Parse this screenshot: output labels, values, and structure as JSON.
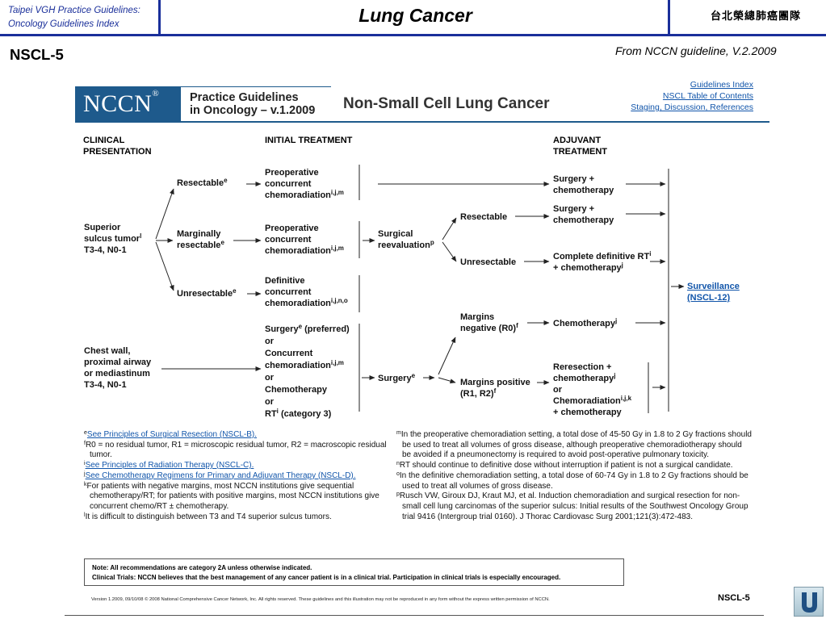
{
  "header": {
    "left_line1": "Taipei VGH Practice Guidelines:",
    "left_line2": "Oncology Guidelines Index",
    "title": "Lung Cancer",
    "team": "台北榮總肺癌團隊"
  },
  "slide_code": "NSCL-5",
  "source_note": "From NCCN guideline, V.2.2009",
  "doc": {
    "logo": "NCCN",
    "logo_mark": "®",
    "practice_line1": "Practice Guidelines",
    "practice_line2": "in Oncology – v.1.2009",
    "title": "Non-Small Cell Lung Cancer",
    "links": [
      "Guidelines Index",
      "NSCL Table of Contents",
      "Staging, Discussion, References"
    ],
    "columns": {
      "clinical_1": "CLINICAL",
      "clinical_2": "PRESENTATION",
      "initial": "INITIAL TREATMENT",
      "adjuvant_1": "ADJUVANT",
      "adjuvant_2": "TREATMENT"
    }
  },
  "flow": {
    "superior_1": "Superior",
    "superior_2": "sulcus tumor",
    "superior_2_sup": "l",
    "superior_3": "T3-4, N0-1",
    "resectable_a": "Resectable",
    "resectable_a_sup": "e",
    "marginal_1": "Marginally",
    "marginal_2": "resectable",
    "marginal_2_sup": "e",
    "unresectable_a": "Unresectable",
    "unresectable_a_sup": "e",
    "preop1_1": "Preoperative",
    "preop1_2": "concurrent",
    "preop1_3": "chemoradiation",
    "preop1_3_sup": "i,j,m",
    "preop2_1": "Preoperative",
    "preop2_2": "concurrent",
    "preop2_3": "chemoradiation",
    "preop2_3_sup": "i,j,m",
    "def_1": "Definitive",
    "def_2": "concurrent",
    "def_3": "chemoradiation",
    "def_3_sup": "i,j,n,o",
    "surgical_1": "Surgical",
    "surgical_2": "reevaluation",
    "surgical_2_sup": "p",
    "resectable_b": "Resectable",
    "unresectable_b": "Unresectable",
    "adj1_1": "Surgery +",
    "adj1_2": "chemotherapy",
    "adj2_1": "Surgery +",
    "adj2_2": "chemotherapy",
    "adj3_1": "Complete definitive RT",
    "adj3_1_sup": "i",
    "adj3_2": "+ chemotherapy",
    "adj3_2_sup": "j",
    "surv_1": "Surveillance",
    "surv_2": "(NSCL-12)",
    "chest_1": "Chest wall,",
    "chest_2": "proximal airway",
    "chest_3": "or mediastinum",
    "chest_4": "T3-4, N0-1",
    "opt_1a": "Surgery",
    "opt_1a_sup": "e",
    "opt_1b": " (preferred)",
    "opt_2": "or",
    "opt_3": "Concurrent",
    "opt_4": "chemoradiation",
    "opt_4_sup": "i,j,m",
    "opt_5": "or",
    "opt_6": "Chemotherapy",
    "opt_7": "or",
    "opt_8a": "RT",
    "opt_8a_sup": "i",
    "opt_8b": " (category 3)",
    "surgery_mid": "Surgery",
    "surgery_mid_sup": "e",
    "margin_neg_1": "Margins",
    "margin_neg_2": "negative (R0)",
    "margin_neg_2_sup": "f",
    "margin_pos_1": "Margins positive",
    "margin_pos_2": "(R1, R2)",
    "margin_pos_2_sup": "f",
    "chemo": "Chemotherapy",
    "chemo_sup": "j",
    "rer_1": "Reresection +",
    "rer_2": "chemotherapy",
    "rer_2_sup": "j",
    "rer_3": "or",
    "rer_4": "Chemoradiation",
    "rer_4_sup": "i,j,k",
    "rer_5": "+ chemotherapy"
  },
  "footnotes_left": {
    "e_mark": "e",
    "e_text": "See Principles of Surgical Resection (NSCL-B).",
    "f_mark": "f",
    "f_text": "R0 = no residual tumor, R1 = microscopic residual tumor, R2 = macroscopic residual tumor.",
    "i_mark": "i",
    "i_text": "See Principles of Radiation Therapy (NSCL-C).",
    "j_mark": "j",
    "j_text": "See Chemotherapy Regimens for Primary and Adjuvant Therapy (NSCL-D).",
    "k_mark": "k",
    "k_text": "For patients with negative margins, most NCCN institutions give sequential chemotherapy/RT; for patients with positive margins, most NCCN institutions give concurrent chemo/RT ± chemotherapy.",
    "l_mark": "l",
    "l_text": "It is difficult to distinguish between T3 and T4 superior sulcus tumors."
  },
  "footnotes_right": {
    "m_mark": "m",
    "m_text": "In the preoperative chemoradiation setting, a total dose of 45-50 Gy in 1.8 to 2 Gy fractions should be used to treat all volumes of gross disease, although preoperative chemoradiotherapy should be avoided if a pneumonectomy is required to avoid post-operative pulmonary toxicity.",
    "n_mark": "n",
    "n_text": "RT should continue to definitive dose without interruption if patient is not a surgical candidate.",
    "o_mark": "o",
    "o_text": "In the definitive chemoradiation setting, a total dose of 60-74 Gy in 1.8 to 2 Gy fractions should be used to treat all volumes of gross disease.",
    "p_mark": "p",
    "p_text": "Rusch VW, Giroux DJ, Kraut MJ, et al. Induction chemoradiation and surgical resection for non-small cell lung carcinomas of the superior sulcus: Initial results of the Southwest Oncology Group trial 9416 (Intergroup trial 0160). J Thorac Cardiovasc Surg 2001;121(3):472-483."
  },
  "note_line1": "Note:  All recommendations are category 2A unless otherwise indicated.",
  "note_line2": "Clinical Trials: NCCN believes that the best management of any cancer patient is in a clinical trial. Participation in clinical trials is especially encouraged.",
  "version": "Version 1.2009, 09/10/08 © 2008 National Comprehensive Cancer Network, Inc. All rights reserved. These guidelines and this illustration may not be reproduced in any form without the express written permission of NCCN.",
  "doc_code": "NSCL-5",
  "nav_icon": "return-u-icon"
}
